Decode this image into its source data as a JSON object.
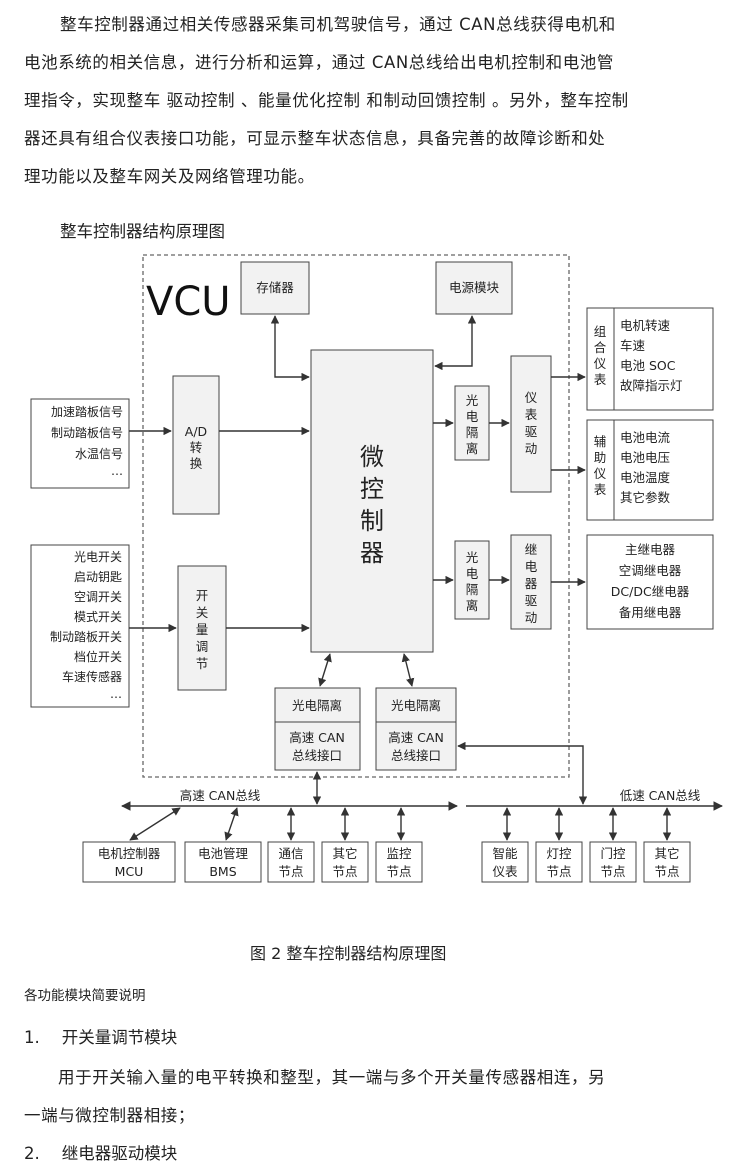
{
  "intro": {
    "lines": [
      "整车控制器通过相关传感器采集司机驾驶信号，通过    CAN总线获得电机和",
      "电池系统的相关信息，进行分析和运算，通过    CAN总线给出电机控制和电池管",
      "理指令，实现整车 驱动控制 、能量优化控制 和制动回馈控制 。另外，整车控制",
      "器还具有组合仪表接口功能，可显示整车状态信息，具备完善的故障诊断和处",
      "理功能以及整车网关及网络管理功能。"
    ]
  },
  "diagram_title": "整车控制器结构原理图",
  "diagram": {
    "vcu": "VCU",
    "storage": "存储器",
    "power": "电源模块",
    "micro": [
      "微",
      "控",
      "制",
      "器"
    ],
    "ad": [
      "A/D",
      "转",
      "换"
    ],
    "switch_cond": [
      "开",
      "关",
      "量",
      "调",
      "节"
    ],
    "opto_top": [
      "光",
      "电",
      "隔",
      "离"
    ],
    "opto_mid": [
      "光",
      "电",
      "隔",
      "离"
    ],
    "meter_drive": [
      "仪",
      "表",
      "驱",
      "动"
    ],
    "relay_drive": [
      "继",
      "电",
      "器",
      "驱",
      "动"
    ],
    "can_if_left": [
      "光电隔离",
      "高速 CAN",
      "总线接口"
    ],
    "can_if_right": [
      "光电隔离",
      "高速 CAN",
      "总线接口"
    ],
    "analog_inputs": [
      "加速踏板信号",
      "制动踏板信号",
      "水温信号",
      "…"
    ],
    "switch_inputs": [
      "光电开关",
      "启动钥匙",
      "空调开关",
      "模式开关",
      "制动踏板开关",
      "档位开关",
      "车速传感器",
      "…"
    ],
    "combo_meter": {
      "title": [
        "组",
        "合",
        "仪",
        "表"
      ],
      "items": [
        "电机转速",
        "车速",
        "电池 SOC",
        "故障指示灯"
      ]
    },
    "aux_meter": {
      "title": [
        "辅",
        "助",
        "仪",
        "表"
      ],
      "items": [
        "电池电流",
        "电池电压",
        "电池温度",
        "其它参数"
      ]
    },
    "relays": [
      "主继电器",
      "空调继电器",
      "DC/DC继电器",
      "备用继电器"
    ],
    "high_bus": "高速 CAN总线",
    "low_bus": "低速 CAN总线",
    "high_nodes": [
      {
        "l1": "电机控制器",
        "l2": "MCU"
      },
      {
        "l1": "电池管理",
        "l2": "BMS"
      },
      {
        "l1": "通信",
        "l2": "节点"
      },
      {
        "l1": "其它",
        "l2": "节点"
      },
      {
        "l1": "监控",
        "l2": "节点"
      }
    ],
    "low_nodes": [
      {
        "l1": "智能",
        "l2": "仪表"
      },
      {
        "l1": "灯控",
        "l2": "节点"
      },
      {
        "l1": "门控",
        "l2": "节点"
      },
      {
        "l1": "其它",
        "l2": "节点"
      }
    ]
  },
  "figure_caption": "图 2  整车控制器结构原理图",
  "section_heading": "各功能模块简要说明",
  "items": [
    {
      "num": "1.",
      "title": "开关量调节模块"
    },
    {
      "num": "2.",
      "title": "继电器驱动模块"
    }
  ],
  "item1_desc": [
    "用于开关输入量的电平转换和整型，其一端与多个开关量传感器相连，另",
    "一端与微控制器相接；"
  ]
}
